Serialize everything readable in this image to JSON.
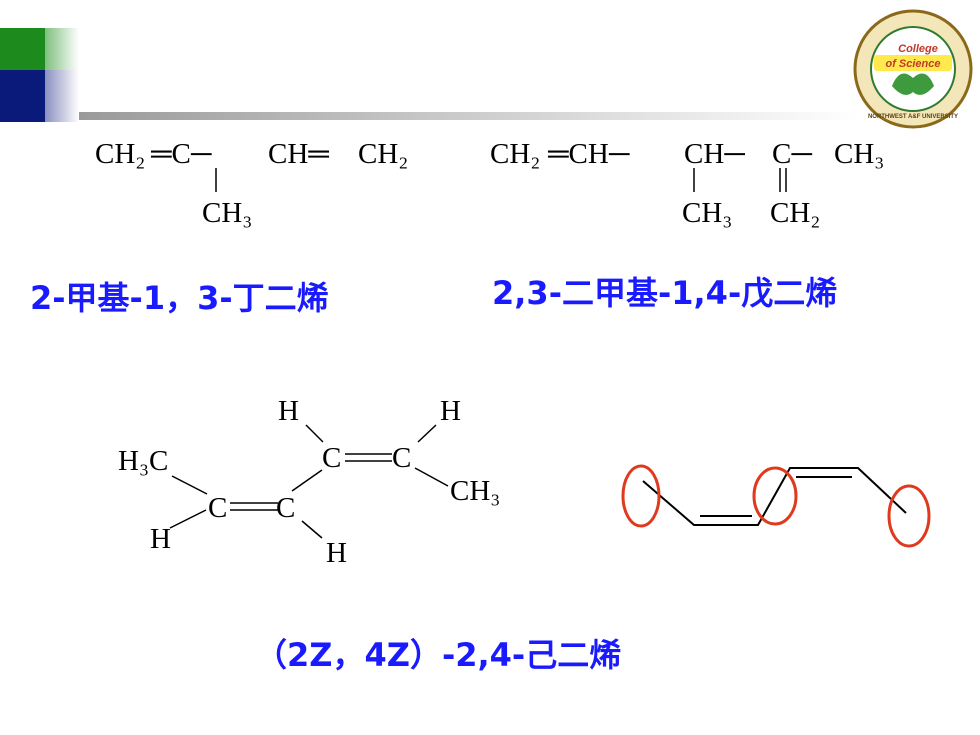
{
  "colors": {
    "accent_green": "#1d8a1d",
    "accent_navy": "#0a1a7a",
    "name_blue": "#1a1aff",
    "marker_red": "#e03a1e"
  },
  "logo": {
    "line1": "College",
    "line2": "of Science",
    "ring_text": "NORTHWEST A&F UNIVERSITY"
  },
  "structure_1": {
    "main": [
      "CH₂",
      "═C─",
      "CH═",
      "CH₂"
    ],
    "substituent": "CH₃",
    "name": "2-甲基-1，3-丁二烯"
  },
  "structure_2": {
    "main": [
      "CH₂",
      "═CH─",
      "CH─",
      "C─",
      "CH₃"
    ],
    "substituent_1": "CH₃",
    "substituent_2": "CH₂",
    "name": "2,3-二甲基-1,4-戊二烯"
  },
  "structure_3": {
    "atoms": {
      "h_top_left": "H",
      "h_top_right": "H",
      "h3c_left": "H₃C",
      "c_left": "C",
      "c_mid_left": "C",
      "c_mid_right": "C",
      "c_right": "C",
      "ch3_right": "CH₃",
      "h_bottom_left": "H",
      "h_bottom_mid": "H"
    },
    "name": "（2Z，4Z）-2,4-己二烯"
  }
}
